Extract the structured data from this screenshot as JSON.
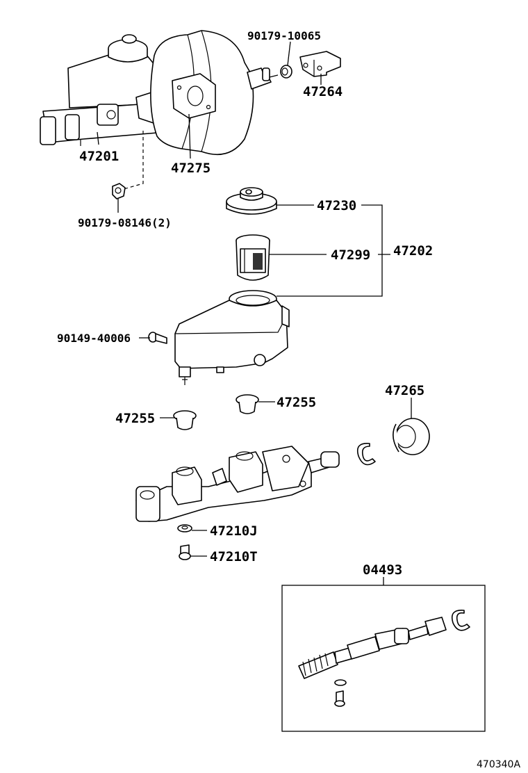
{
  "labels": {
    "p_90179_10065": "90179-10065",
    "p_47264": "47264",
    "p_47201": "47201",
    "p_47275": "47275",
    "p_90179_08146": "90179-08146(2)",
    "p_47230": "47230",
    "p_47299": "47299",
    "p_47202": "47202",
    "p_90149_40006": "90149-40006",
    "p_47255_a": "47255",
    "p_47255_b": "47255",
    "p_47265": "47265",
    "p_47210J": "47210J",
    "p_47210T": "47210T",
    "p_04493": "04493"
  },
  "diagram_code": "470340A"
}
